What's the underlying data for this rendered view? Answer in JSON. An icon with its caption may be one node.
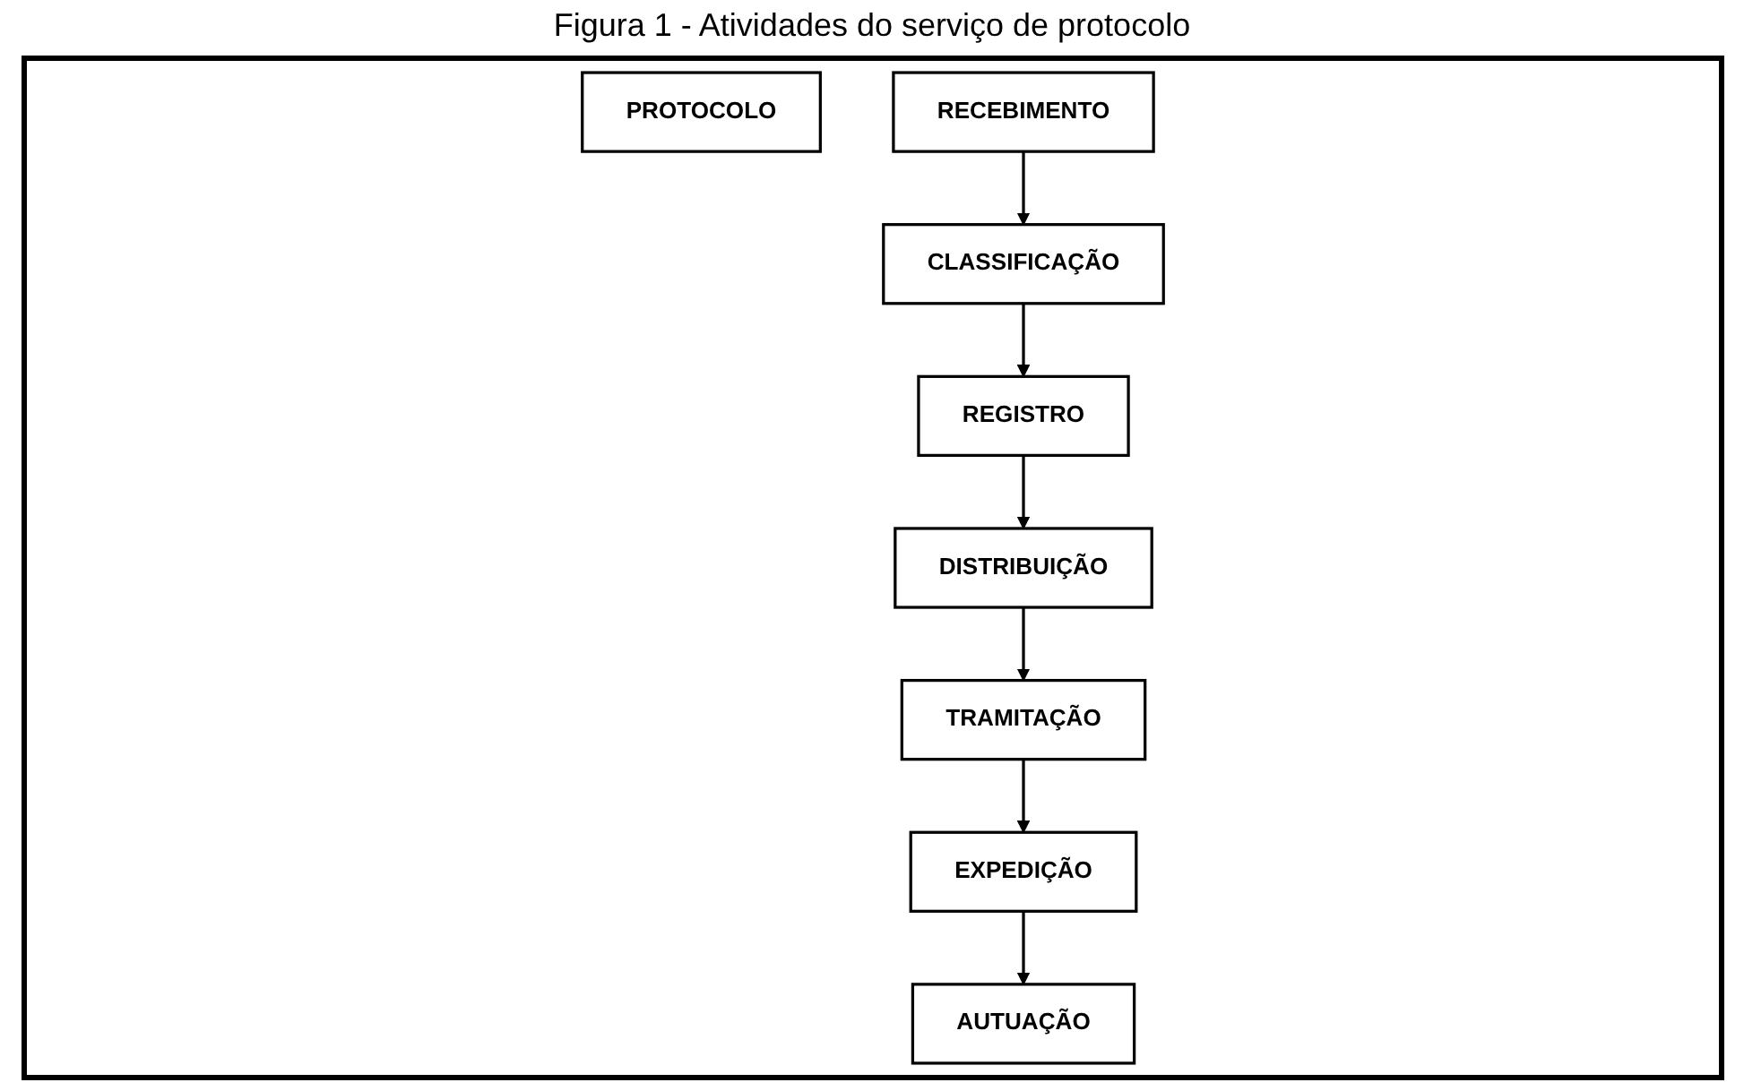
{
  "diagram": {
    "title": "Figura 1 - Atividades do serviço de protocolo",
    "nodes": [
      {
        "text": [
          "PROTOCOLO"
        ]
      },
      {
        "text": [
          "RECEBIMENTO"
        ]
      },
      {
        "text": [
          "CLASSIFICAÇÃO"
        ]
      },
      {
        "text": [
          "REGISTRO"
        ]
      },
      {
        "text": [
          "DISTRIBUIÇÃO"
        ]
      },
      {
        "text": [
          "TRAMITAÇÃO"
        ]
      },
      {
        "text": [
          "EXPEDIÇÃO"
        ]
      },
      {
        "text": [
          "AUTUAÇÃO"
        ]
      }
    ],
    "edges": [
      {
        "from": 1,
        "to": 2,
        "arrow": "to"
      },
      {
        "from": 2,
        "to": 3,
        "arrow": "to"
      },
      {
        "from": 3,
        "to": 4,
        "arrow": "to"
      },
      {
        "from": 4,
        "to": 5,
        "arrow": "to"
      },
      {
        "from": 5,
        "to": 6,
        "arrow": "to"
      },
      {
        "from": 6,
        "to": 7,
        "arrow": "to"
      }
    ]
  }
}
